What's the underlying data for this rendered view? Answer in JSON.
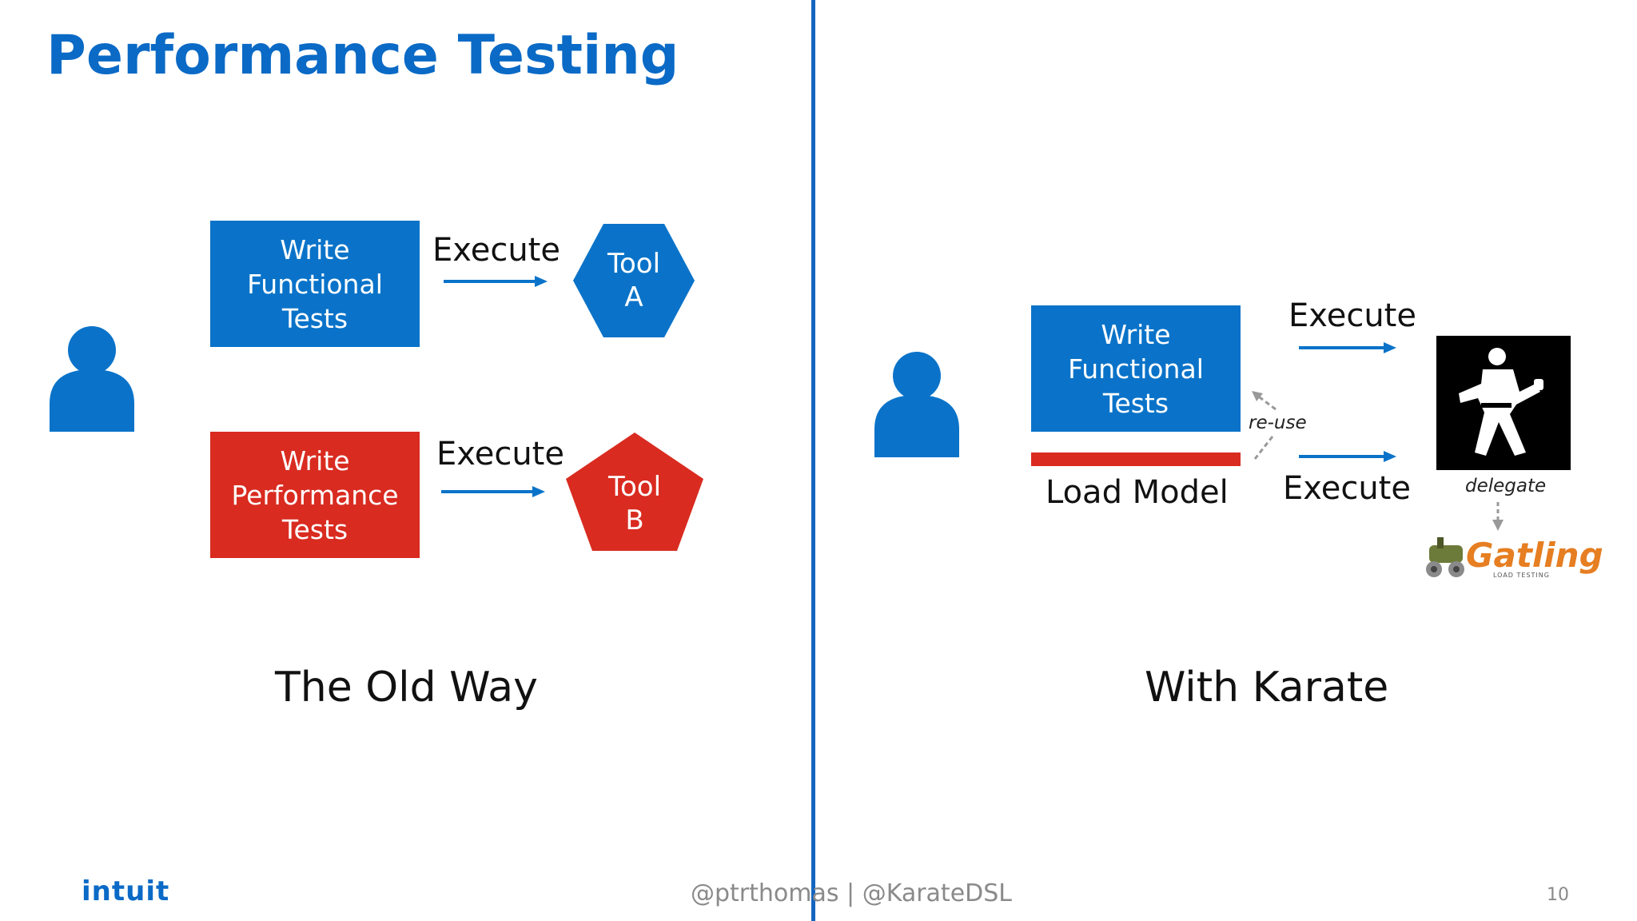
{
  "slide": {
    "title": "Performance Testing",
    "page_number": "10",
    "footer_text": "@ptrthomas | @KarateDSL",
    "logo_text": "intuit"
  },
  "old_way": {
    "caption": "The Old Way",
    "functional_box": "Write\nFunctional\nTests",
    "performance_box": "Write\nPerformance\nTests",
    "execute_top": "Execute",
    "execute_bottom": "Execute",
    "tool_a": "Tool\nA",
    "tool_b": "Tool\nB"
  },
  "karate": {
    "caption": "With Karate",
    "functional_box": "Write\nFunctional\nTests",
    "load_model": "Load Model",
    "reuse": "re-use",
    "execute_top": "Execute",
    "execute_bottom": "Execute",
    "delegate": "delegate",
    "gatling_logo": "Gatling",
    "gatling_tagline": "LOAD TESTING"
  },
  "colors": {
    "blue": "#0a73c9",
    "red": "#d92b20",
    "title_blue": "#0a6ac6"
  }
}
